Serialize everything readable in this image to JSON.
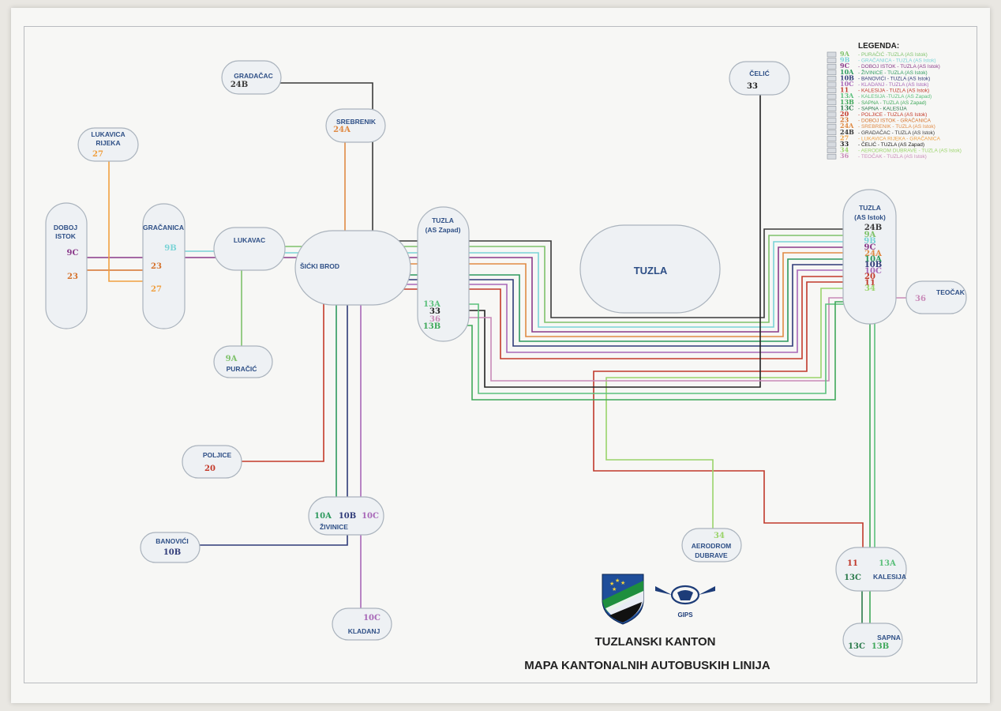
{
  "title_line1": "TUZLANSKI KANTON",
  "title_line2": "MAPA  KANTONALNIH AUTOBUSKIH LINIJA",
  "gips_label": "GIPS",
  "tuzla_center": "TUZLA",
  "legend": {
    "heading": "LEGENDA:",
    "items": [
      {
        "code": "9A",
        "text": "PURAČIĆ -TUZLA (AS Istok)",
        "color": "#7fc26b"
      },
      {
        "code": "9B",
        "text": "GRAČANICA - TUZLA (AS Istok)",
        "color": "#79d3d6"
      },
      {
        "code": "9C",
        "text": "DOBOJ ISTOK - TUZLA (AS Istok)",
        "color": "#8a3a8a"
      },
      {
        "code": "10A",
        "text": "ŽIVINICE - TUZLA (AS Istok)",
        "color": "#2e9a5e"
      },
      {
        "code": "10B",
        "text": "BANOVIĆI - TUZLA (AS Istok)",
        "color": "#2f3a78"
      },
      {
        "code": "10C",
        "text": "KLADANJ - TUZLA (AS Istok)",
        "color": "#a868b8"
      },
      {
        "code": "11",
        "text": "KALESIJA - TUZLA (AS Istok)",
        "color": "#c0392b"
      },
      {
        "code": "13A",
        "text": "KALESIJA -TUZLA (AS Zapad)",
        "color": "#5cc07c"
      },
      {
        "code": "13B",
        "text": "SAPNA - TUZLA (AS Zapad)",
        "color": "#3fa85a"
      },
      {
        "code": "13C",
        "text": "SAPNA - KALESIJA",
        "color": "#2b7a4b"
      },
      {
        "code": "20",
        "text": "POLJICE - TUZLA (AS Istok)",
        "color": "#c43a2a"
      },
      {
        "code": "23",
        "text": "DOBOJ ISTOK - GRAČANICA",
        "color": "#d5722c"
      },
      {
        "code": "24A",
        "text": "SREBRENIK - TUZLA (AS Istok)",
        "color": "#e08a44"
      },
      {
        "code": "24B",
        "text": "GRADAČAC - TUZLA (AS Istok)",
        "color": "#3a3a3a"
      },
      {
        "code": "27",
        "text": "LUKAVICA RIJEKA - GRAČANICA",
        "color": "#f0a040"
      },
      {
        "code": "33",
        "text": "ČELIĆ - TUZLA (AS Zapad)",
        "color": "#222222"
      },
      {
        "code": "34",
        "text": "AERODROM DUBRAVE - TUZLA (AS Istok)",
        "color": "#9ad46a"
      },
      {
        "code": "36",
        "text": "TEOČAK - TUZLA (AS Istok)",
        "color": "#c98ab8"
      }
    ]
  },
  "stations": {
    "gradacac": {
      "name": "GRADAČAC",
      "code": "24B"
    },
    "srebrenik": {
      "name": "SREBRENIK",
      "code": "24A"
    },
    "celic": {
      "name": "ČELIĆ",
      "code": "33"
    },
    "lukavica": {
      "name1": "LUKAVICA",
      "name2": "RIJEKA",
      "code": "27"
    },
    "doboj": {
      "name1": "DOBOJ",
      "name2": "ISTOK",
      "code_a": "9C",
      "code_b": "23"
    },
    "gracanica": {
      "name": "GRAČANICA",
      "code_a": "9B",
      "code_b": "23",
      "code_c": "27"
    },
    "lukavac": {
      "name": "LUKAVAC"
    },
    "sicki": {
      "name": "ŠIĆKI BROD"
    },
    "tuzla_zapad": {
      "name1": "TUZLA",
      "name2": "(AS Zapad)",
      "codes": [
        "13A",
        "33",
        "36",
        "13B"
      ]
    },
    "tuzla_istok": {
      "name1": "TUZLA",
      "name2": "(AS Istok)",
      "codes": [
        "24B",
        "9A",
        "9B",
        "9C",
        "24A",
        "10A",
        "10B",
        "10C",
        "20",
        "11",
        "34"
      ]
    },
    "teocak": {
      "name": "TEOČAK",
      "code": "36"
    },
    "puracic": {
      "name": "PURAČIĆ",
      "code": "9A"
    },
    "poljice": {
      "name": "POLJICE",
      "code": "20"
    },
    "zivinice": {
      "name": "ŽIVINICE",
      "code_a": "10A",
      "code_b": "10B",
      "code_c": "10C"
    },
    "banovici": {
      "name": "BANOVIĆI",
      "code": "10B"
    },
    "kladanj": {
      "name": "KLADANJ",
      "code": "10C"
    },
    "aerodrom": {
      "name1": "AERODROM",
      "name2": "DUBRAVE",
      "code": "34"
    },
    "kalesija": {
      "name": "KALESIJA",
      "code_a": "11",
      "code_b": "13A",
      "code_c": "13C"
    },
    "sapna": {
      "name": "SAPNA",
      "code_a": "13C",
      "code_b": "13B"
    }
  }
}
